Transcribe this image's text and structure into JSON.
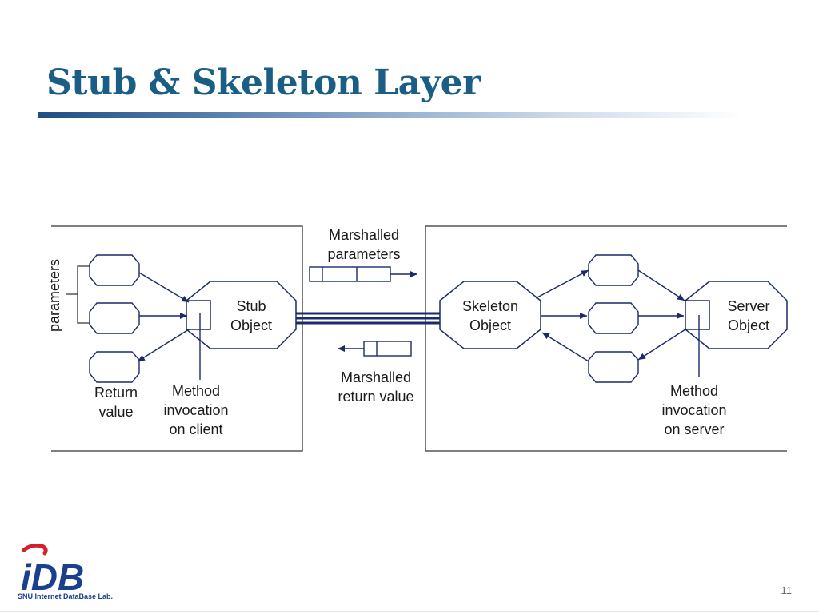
{
  "slide": {
    "title": "Stub & Skeleton Layer",
    "page_number": "11"
  },
  "diagram": {
    "stub_label": "Stub\nObject",
    "skeleton_label": "Skeleton\nObject",
    "server_label": "Server\nObject",
    "parameters_label": "parameters",
    "return_value_label": "Return\nvalue",
    "client_invocation_label": "Method\ninvocation\non client",
    "server_invocation_label": "Method\ninvocation\non server",
    "marshalled_parameters_label": "Marshalled\nparameters",
    "marshalled_return_label": "Marshalled\nreturn value"
  },
  "logo": {
    "text": "iDB",
    "caption": "SNU Internet DataBase Lab."
  },
  "colors": {
    "title": "#1a5e86",
    "connection": "#1b2a6b",
    "logo_blue": "#1b3f8f",
    "logo_red": "#d4202a"
  }
}
